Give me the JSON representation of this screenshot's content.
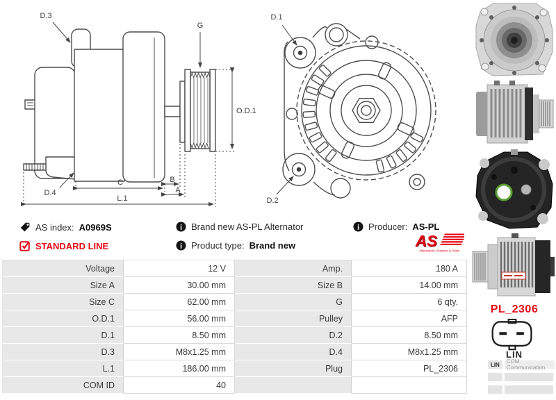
{
  "colors": {
    "accent_red": "#e30613",
    "table_label_bg": "#e8e8e8",
    "table_border": "#d9d9d9",
    "drawing_line": "#4d4d4d"
  },
  "icons": {
    "as_index": "tag-icon",
    "info_rows": "info-icon",
    "standard_line": "checkbox-checked-icon",
    "info_glyph": "i"
  },
  "drawings": {
    "side_view": {
      "labels": {
        "d3": "D.3",
        "g": "G",
        "od1": "O.D.1",
        "d4": "D.4",
        "c": "C",
        "b": "B",
        "a": "A",
        "l1": "L.1"
      }
    },
    "front_view": {
      "labels": {
        "d1": "D.1",
        "d2": "D.2"
      }
    }
  },
  "info": {
    "as_index_label": "AS index:",
    "as_index_value": "A0969S",
    "standard_line": "STANDARD LINE",
    "brand_new_text": "Brand new AS-PL Alternator",
    "product_type_label": "Product type:",
    "product_type_value": "Brand new",
    "producer_label": "Producer:",
    "producer_value": "AS-PL",
    "logo_text": "AS",
    "logo_tagline": "Alternators, Starters & Parts"
  },
  "spec_table": {
    "rows": [
      {
        "label1": "Voltage",
        "value1": "12 V",
        "label2": "Amp.",
        "value2": "180 A"
      },
      {
        "label1": "Size A",
        "value1": "30.00 mm",
        "label2": "Size B",
        "value2": "14.00 mm"
      },
      {
        "label1": "Size C",
        "value1": "62.00 mm",
        "label2": "G",
        "value2": "6 qty."
      },
      {
        "label1": "O.D.1",
        "value1": "56.00 mm",
        "label2": "Pulley",
        "value2": "AFP"
      },
      {
        "label1": "D.1",
        "value1": "8.50 mm",
        "label2": "D.2",
        "value2": "8.50 mm"
      },
      {
        "label1": "D.3",
        "value1": "M8x1.25 mm",
        "label2": "D.4",
        "value2": "M8x1.25 mm"
      },
      {
        "label1": "L.1",
        "value1": "186.00 mm",
        "label2": "Plug",
        "value2": "PL_2306"
      },
      {
        "label1": "COM ID",
        "value1": "40",
        "label2": "",
        "value2": ""
      }
    ]
  },
  "plug": {
    "name": "PL_2306",
    "type_label": "LIN",
    "com_header_col1": "LIN",
    "com_header_col2": "COM Communication"
  }
}
